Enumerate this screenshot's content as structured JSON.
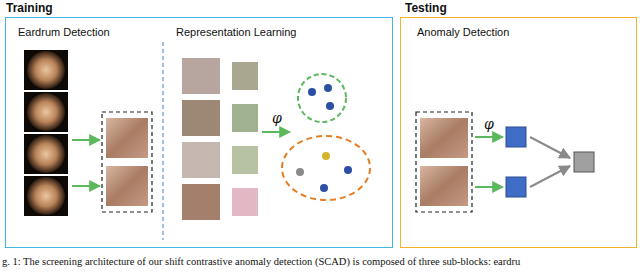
{
  "diagram": {
    "caption": "g. 1: The screening architecture of our shift contrastive anomaly detection (SCAD) is composed of three sub-blocks: eardru",
    "nodes": [
      {
        "text": [
          "Training",
          "Eardrum Detection",
          "Representation Learning",
          "φ"
        ]
      },
      {
        "text": [
          "Testing",
          "Anomaly Detection",
          "φ"
        ]
      }
    ]
  }
}
